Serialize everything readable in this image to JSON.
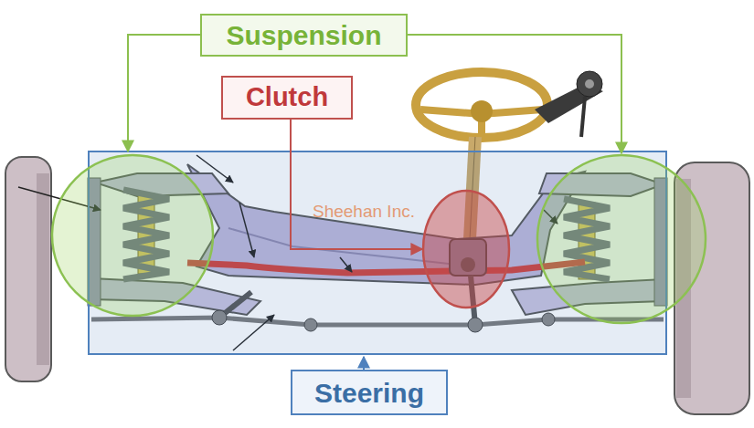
{
  "diagram": {
    "nodes": [
      {
        "text": [
          "Suspension"
        ]
      },
      {
        "text": [
          "Clutch"
        ]
      },
      {
        "text": [
          "Steering"
        ]
      }
    ],
    "labels": [
      "Sheehan Inc."
    ]
  }
}
